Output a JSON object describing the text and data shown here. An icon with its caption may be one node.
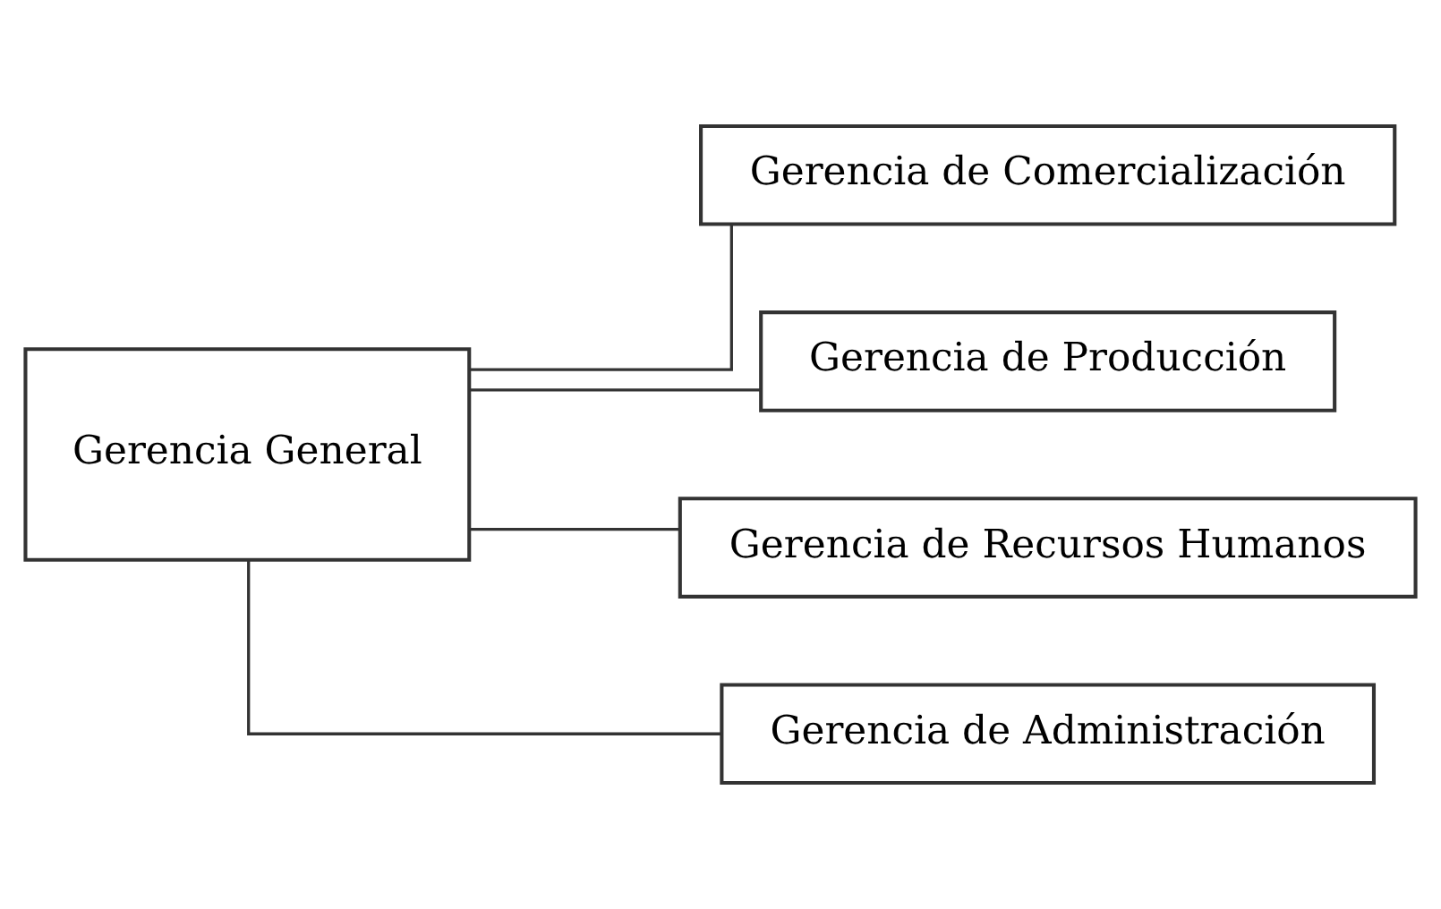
{
  "diagram": {
    "nodes": [
      {
        "text": [
          "Gerencia General"
        ]
      },
      {
        "text": [
          "Gerencia de Comercialización"
        ]
      },
      {
        "text": [
          "Gerencia de Producción"
        ]
      },
      {
        "text": [
          "Gerencia de Recursos Humanos"
        ]
      },
      {
        "text": [
          "Gerencia de Administración"
        ]
      }
    ],
    "edges": [
      {
        "from": 0,
        "to": 1,
        "arrow": "none"
      },
      {
        "from": 0,
        "to": 2,
        "arrow": "none"
      },
      {
        "from": 0,
        "to": 3,
        "arrow": "none"
      },
      {
        "from": 0,
        "to": 4,
        "arrow": "none"
      }
    ]
  }
}
